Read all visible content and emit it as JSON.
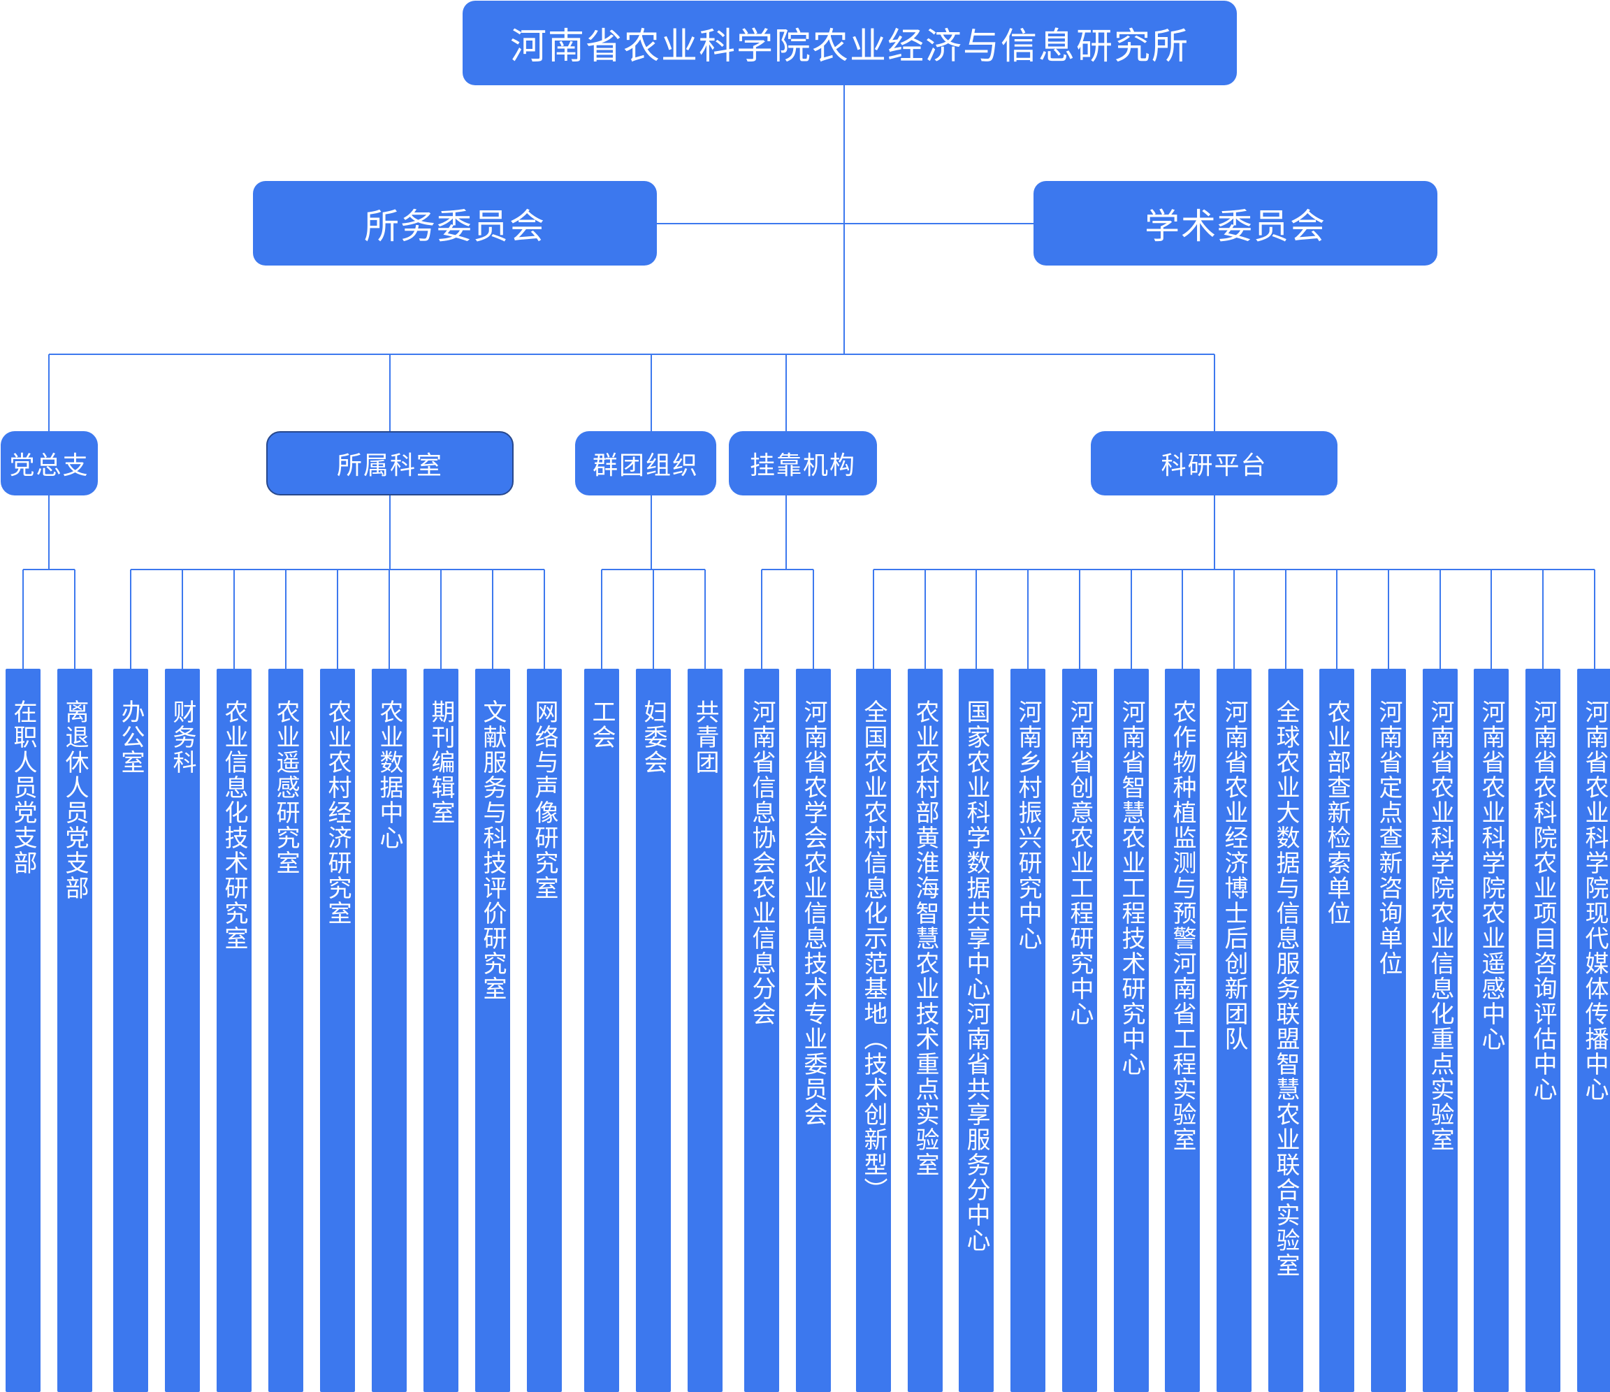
{
  "root": "河南省农业科学院农业经济与信息研究所",
  "committees": [
    "所务委员会",
    "学术委员会"
  ],
  "categories": [
    {
      "label": "党总支",
      "leaves": [
        "在职人员党支部",
        "离退休人员党支部"
      ]
    },
    {
      "label": "所属科室",
      "leaves": [
        "办公室",
        "财务科",
        "农业信息化技术研究室",
        "农业遥感研究室",
        "农业农村经济研究室",
        "农业数据中心",
        "期刊编辑室",
        "文献服务与科技评价研究室",
        "网络与声像研究室"
      ]
    },
    {
      "label": "群团组织",
      "leaves": [
        "工会",
        "妇委会",
        "共青团"
      ]
    },
    {
      "label": "挂靠机构",
      "leaves": [
        "河南省信息协会农业信息分会",
        "河南省农学会农业信息技术专业委员会"
      ]
    },
    {
      "label": "科研平台",
      "leaves": [
        "全国农业农村信息化示范基地（技术创新型）",
        "农业农村部黄淮海智慧农业技术重点实验室",
        "国家农业科学数据共享中心河南省共享服务分中心",
        "河南乡村振兴研究中心",
        "河南省创意农业工程研究中心",
        "河南省智慧农业工程技术研究中心",
        "农作物种植监测与预警河南省工程实验室",
        "河南省农业经济博士后创新团队",
        "全球农业大数据与信息服务联盟智慧农业联合实验室",
        "农业部查新检索单位",
        "河南省定点查新咨询单位",
        "河南省农业科学院农业信息化重点实验室",
        "河南省农业科学院农业遥感中心",
        "河南省农科院农业项目咨询评估中心",
        "河南省农业科学院现代媒体传播中心"
      ]
    }
  ],
  "colors": {
    "box": "#3c78ee",
    "line": "#3c78ee",
    "text": "#ffffff",
    "outline": "#27488c"
  }
}
